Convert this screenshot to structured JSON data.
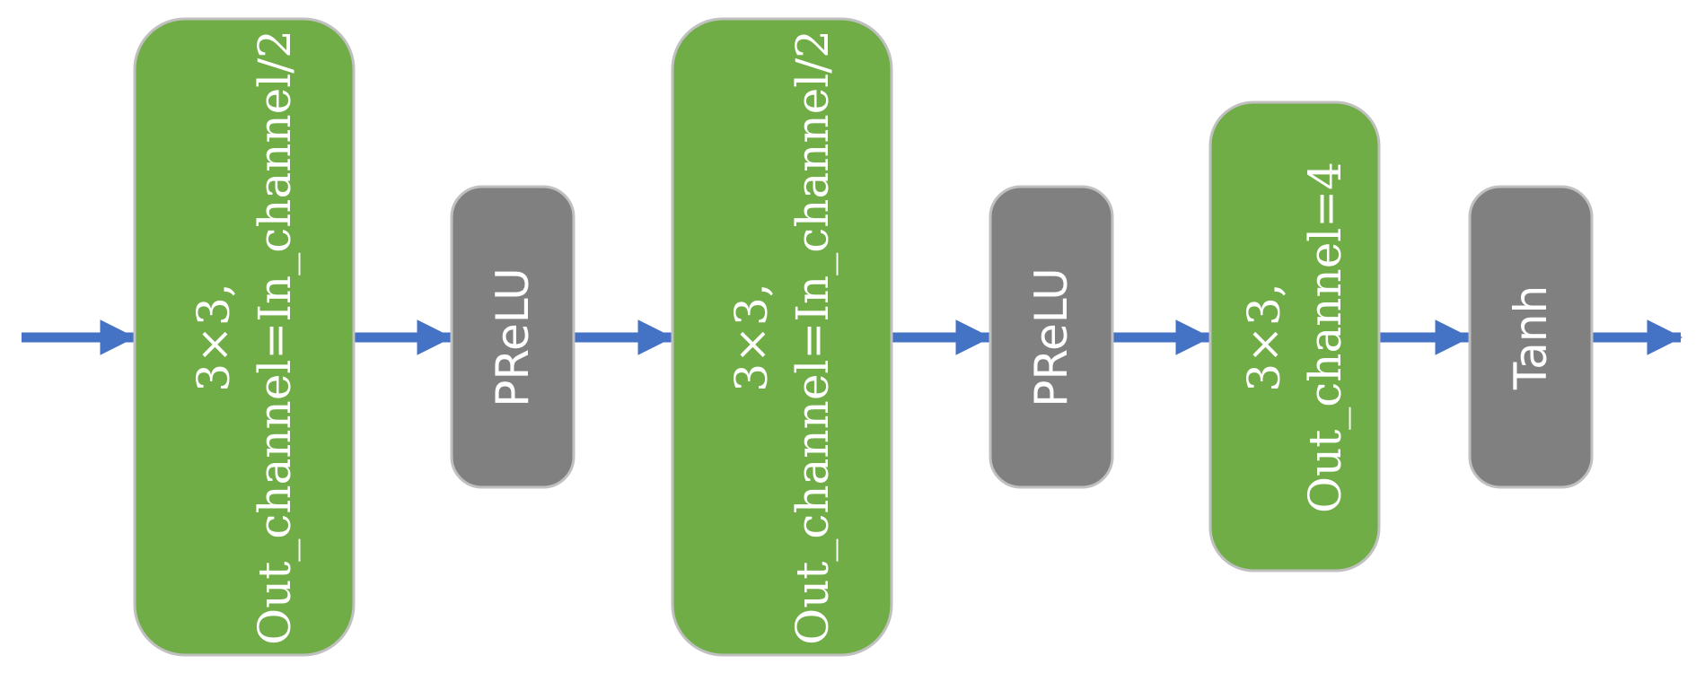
{
  "diagram": {
    "colors": {
      "conv": "#70AD47",
      "activation": "#808080",
      "border": "#C0C0C0",
      "arrow": "#4472C4",
      "text": "#FFFFFF"
    },
    "blocks": [
      {
        "kind": "conv",
        "line1": "3×3,",
        "line2": "Out_channel=In_channel/2"
      },
      {
        "kind": "activation",
        "label": "PReLU"
      },
      {
        "kind": "conv",
        "line1": "3×3,",
        "line2": "Out_channel=In_channel/2"
      },
      {
        "kind": "activation",
        "label": "PReLU"
      },
      {
        "kind": "conv",
        "line1": "3×3,",
        "line2": "Out_channel=4"
      },
      {
        "kind": "activation",
        "label": "Tanh"
      }
    ],
    "arrow_count": 7
  }
}
